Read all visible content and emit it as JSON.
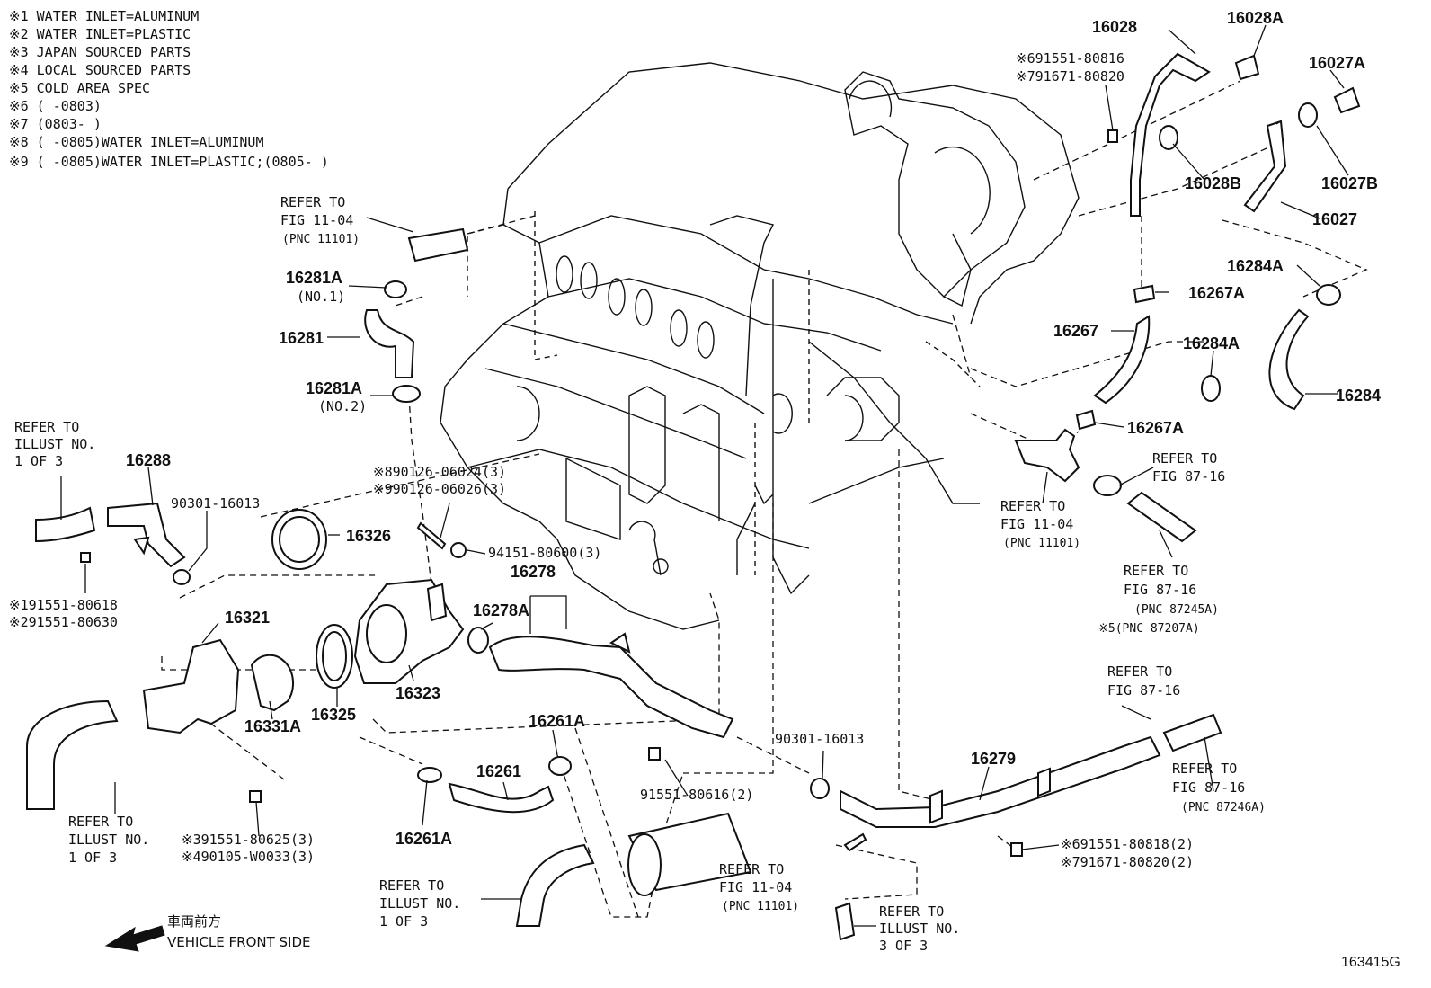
{
  "notes": [
    "※1 WATER INLET=ALUMINUM",
    "※2 WATER INLET=PLASTIC",
    "※3 JAPAN SOURCED PARTS",
    "※4 LOCAL SOURCED PARTS",
    "※5 COLD AREA SPEC",
    "※6 (     -0803)",
    "※7 (0803-     )",
    "※8 (     -0805)WATER INLET=ALUMINUM",
    "※9 (     -0805)WATER INLET=PLASTIC;(0805-     )"
  ],
  "parts": {
    "p16028": "16028",
    "p16028A": "16028A",
    "p16027A": "16027A",
    "p16028B": "16028B",
    "p16027B": "16027B",
    "p16027": "16027",
    "p16284A_top": "16284A",
    "p16267A_top": "16267A",
    "p16267": "16267",
    "p16284A_mid": "16284A",
    "p16284": "16284",
    "p16267A_bot": "16267A",
    "p16281A_1": "16281A",
    "p16281": "16281",
    "p16281A_2": "16281A",
    "p16288": "16288",
    "p16326": "16326",
    "p16278": "16278",
    "p16278A": "16278A",
    "p16321": "16321",
    "p16323": "16323",
    "p16325": "16325",
    "p16331A": "16331A",
    "p16261A_top": "16261A",
    "p16261": "16261",
    "p16261A_bot": "16261A",
    "p16279": "16279"
  },
  "labels": {
    "bolt_top_6": "※691551-80816",
    "bolt_top_7": "※791671-80820",
    "refer_top_l1": "REFER TO",
    "refer_top_l2": "FIG 11-04",
    "refer_top_l3": "(PNC 11101)",
    "no1": "(NO.1)",
    "no2": "(NO.2)",
    "refer_illust_left_l1": "REFER TO",
    "refer_illust_left_l2": "ILLUST NO.",
    "refer_illust_left_l3": "1 OF 3",
    "oring_left": "90301-16013",
    "bolt_left_1": "※191551-80618",
    "bolt_left_2": "※291551-80630",
    "stud_8": "※890126-06024(3)",
    "stud_9": "※990126-06026(3)",
    "nut": "94151-80600(3)",
    "refer_center_l1": "REFER TO",
    "refer_center_l2": "FIG 11-04",
    "refer_center_l3": "(PNC 11101)",
    "refer_8716a_l1": "REFER TO",
    "refer_8716a_l2": "FIG 87-16",
    "refer_8716b_l1": "REFER TO",
    "refer_8716b_l2": "FIG 87-16",
    "refer_8716b_l3": "(PNC 87245A)",
    "refer_8716b_l4": "※5(PNC 87207A)",
    "refer_8716c_l1": "REFER TO",
    "refer_8716c_l2": "FIG 87-16",
    "refer_8716d_l1": "REFER TO",
    "refer_8716d_l2": "FIG 87-16",
    "refer_8716d_l3": "(PNC 87246A)",
    "oring_right": "90301-16013",
    "bolt_center": "91551-80616(2)",
    "bolt_right_6": "※691551-80818(2)",
    "bolt_right_7": "※791671-80820(2)",
    "refer_illust_bl_l1": "REFER TO",
    "refer_illust_bl_l2": "ILLUST NO.",
    "refer_illust_bl_l3": "1 OF 3",
    "bolt_bl_3": "※391551-80625(3)",
    "bolt_bl_4": "※490105-W0033(3)",
    "refer_illust_bc_l1": "REFER TO",
    "refer_illust_bc_l2": "ILLUST NO.",
    "refer_illust_bc_l3": "1 OF 3",
    "refer_bottom_l1": "REFER TO",
    "refer_bottom_l2": "FIG 11-04",
    "refer_bottom_l3": "(PNC 11101)",
    "refer_illust_br_l1": "REFER TO",
    "refer_illust_br_l2": "ILLUST NO.",
    "refer_illust_br_l3": "3 OF 3"
  },
  "direction": {
    "japanese": "車両前方",
    "english": "VEHICLE FRONT SIDE"
  },
  "figure_id": "163415G"
}
